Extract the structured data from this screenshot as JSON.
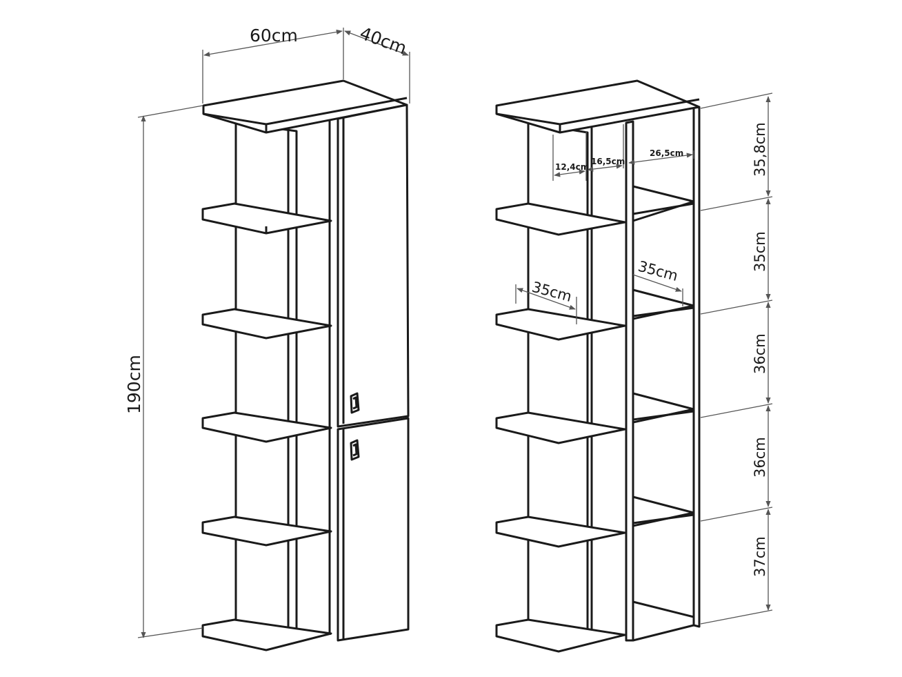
{
  "dimensions": {
    "overall_width": "60cm",
    "overall_depth": "40cm",
    "overall_height": "190cm",
    "compartment_width_1": "12,4cm",
    "compartment_width_2": "16,5cm",
    "compartment_width_3": "26,5cm",
    "shelf_depth_left": "35cm",
    "shelf_depth_right": "35cm",
    "section_heights": [
      "35,8cm",
      "35cm",
      "36cm",
      "36cm",
      "37cm"
    ]
  }
}
